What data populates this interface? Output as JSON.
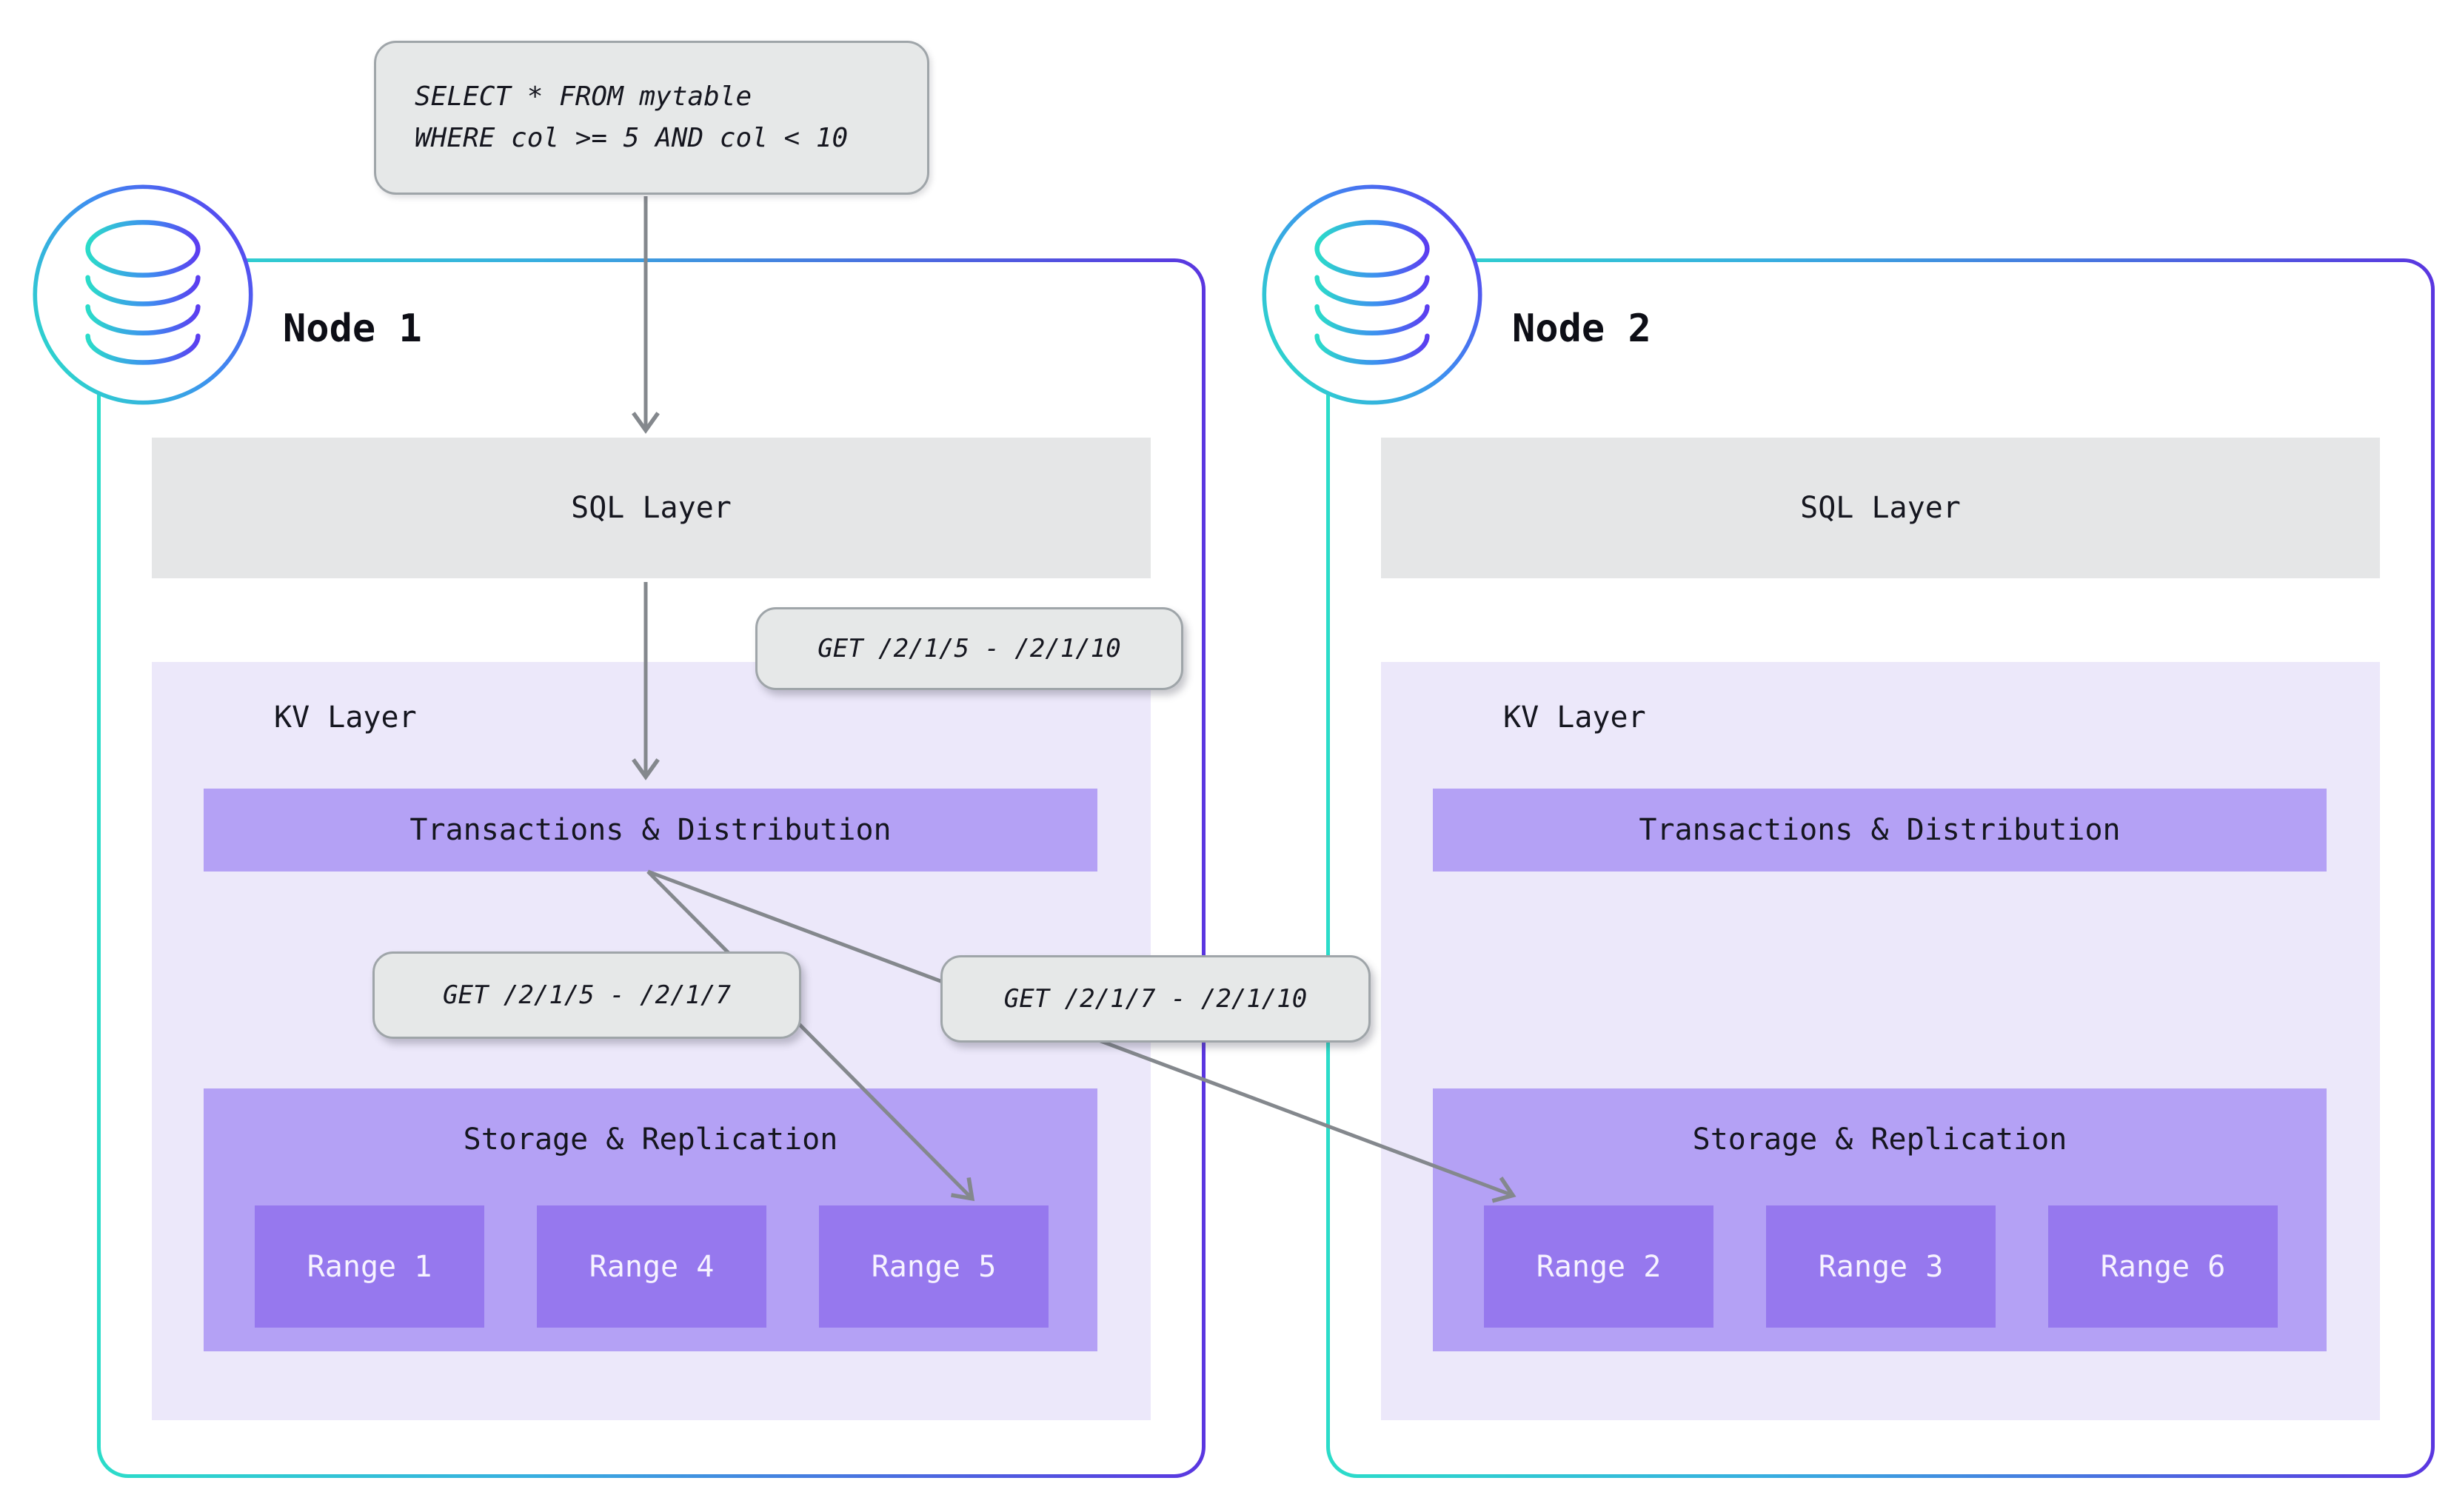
{
  "query_box": {
    "lines": [
      "SELECT * FROM mytable",
      "WHERE col >= 5 AND col < 10"
    ]
  },
  "request_labels": {
    "full": "GET /2/1/5 - /2/1/10",
    "left": "GET /2/1/5 - /2/1/7",
    "right": "GET /2/1/7 - /2/1/10"
  },
  "nodes": [
    {
      "title": "Node 1",
      "sql_layer": "SQL Layer",
      "kv_layer": "KV Layer",
      "transactions": "Transactions & Distribution",
      "storage": "Storage & Replication",
      "ranges": [
        "Range 1",
        "Range 4",
        "Range 5"
      ]
    },
    {
      "title": "Node 2",
      "sql_layer": "SQL Layer",
      "kv_layer": "KV Layer",
      "transactions": "Transactions & Distribution",
      "storage": "Storage & Replication",
      "ranges": [
        "Range 2",
        "Range 3",
        "Range 6"
      ]
    }
  ],
  "icons": {
    "node_badge": "database-icon"
  },
  "colors": {
    "teal": "#2bdcc9",
    "blue": "#38aee0",
    "purple": "#5a36e0",
    "layer_gray": "#e5e6e7",
    "label_gray": "#e6e8e8",
    "label_border": "#9fa5a9",
    "kv_lavender": "#ece8fa",
    "bar_purple": "#b4a1f5",
    "range_purple": "#9678ee",
    "arrow_gray": "#84888d",
    "text_dark": "#15161f",
    "text_light": "#f7f3ff"
  }
}
